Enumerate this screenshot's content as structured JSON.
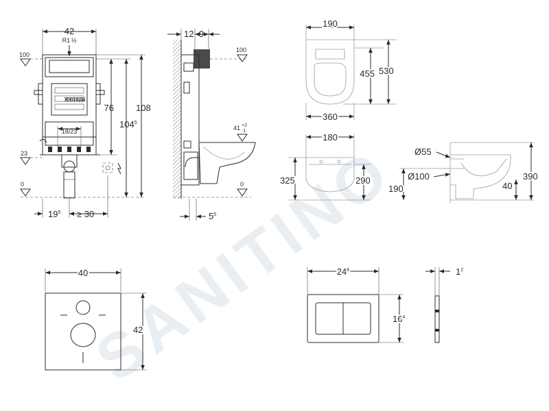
{
  "watermark": "SANITINO",
  "frame": {
    "width": "42",
    "connection": "R1 ½",
    "level_top": "100",
    "level_inlet": "23",
    "level_floor": "0",
    "h_76": "76",
    "h_104": "104",
    "h_104_sup": "5",
    "h_108": "108",
    "axis_spacing": "18/23",
    "offset_left": "19",
    "offset_left_sup": "5",
    "offset_right": "≥ 30",
    "brand": "GEBERIT"
  },
  "side": {
    "depth_a": "12",
    "depth_b": "9",
    "level_top": "100",
    "level_seat": "41",
    "tol_plus": "+2",
    "tol_minus": "-1",
    "level_floor": "0",
    "bottom_offset": "5",
    "bottom_offset_sup": "5"
  },
  "bowl_top": {
    "width": "190",
    "length_inner": "455",
    "length_outer": "530",
    "bottom_width": "360"
  },
  "bowl_front": {
    "width": "180",
    "height_left": "325",
    "height_right": "290"
  },
  "bowl_side": {
    "d_inlet": "Ø55",
    "d_outlet": "Ø100",
    "h_190": "190",
    "h_390": "390",
    "h_40": "40"
  },
  "mat": {
    "width": "40",
    "height": "42"
  },
  "plate": {
    "width": "24",
    "width_sup": "6",
    "height": "16",
    "height_sup": "4",
    "depth": "1",
    "depth_sup": "2"
  }
}
